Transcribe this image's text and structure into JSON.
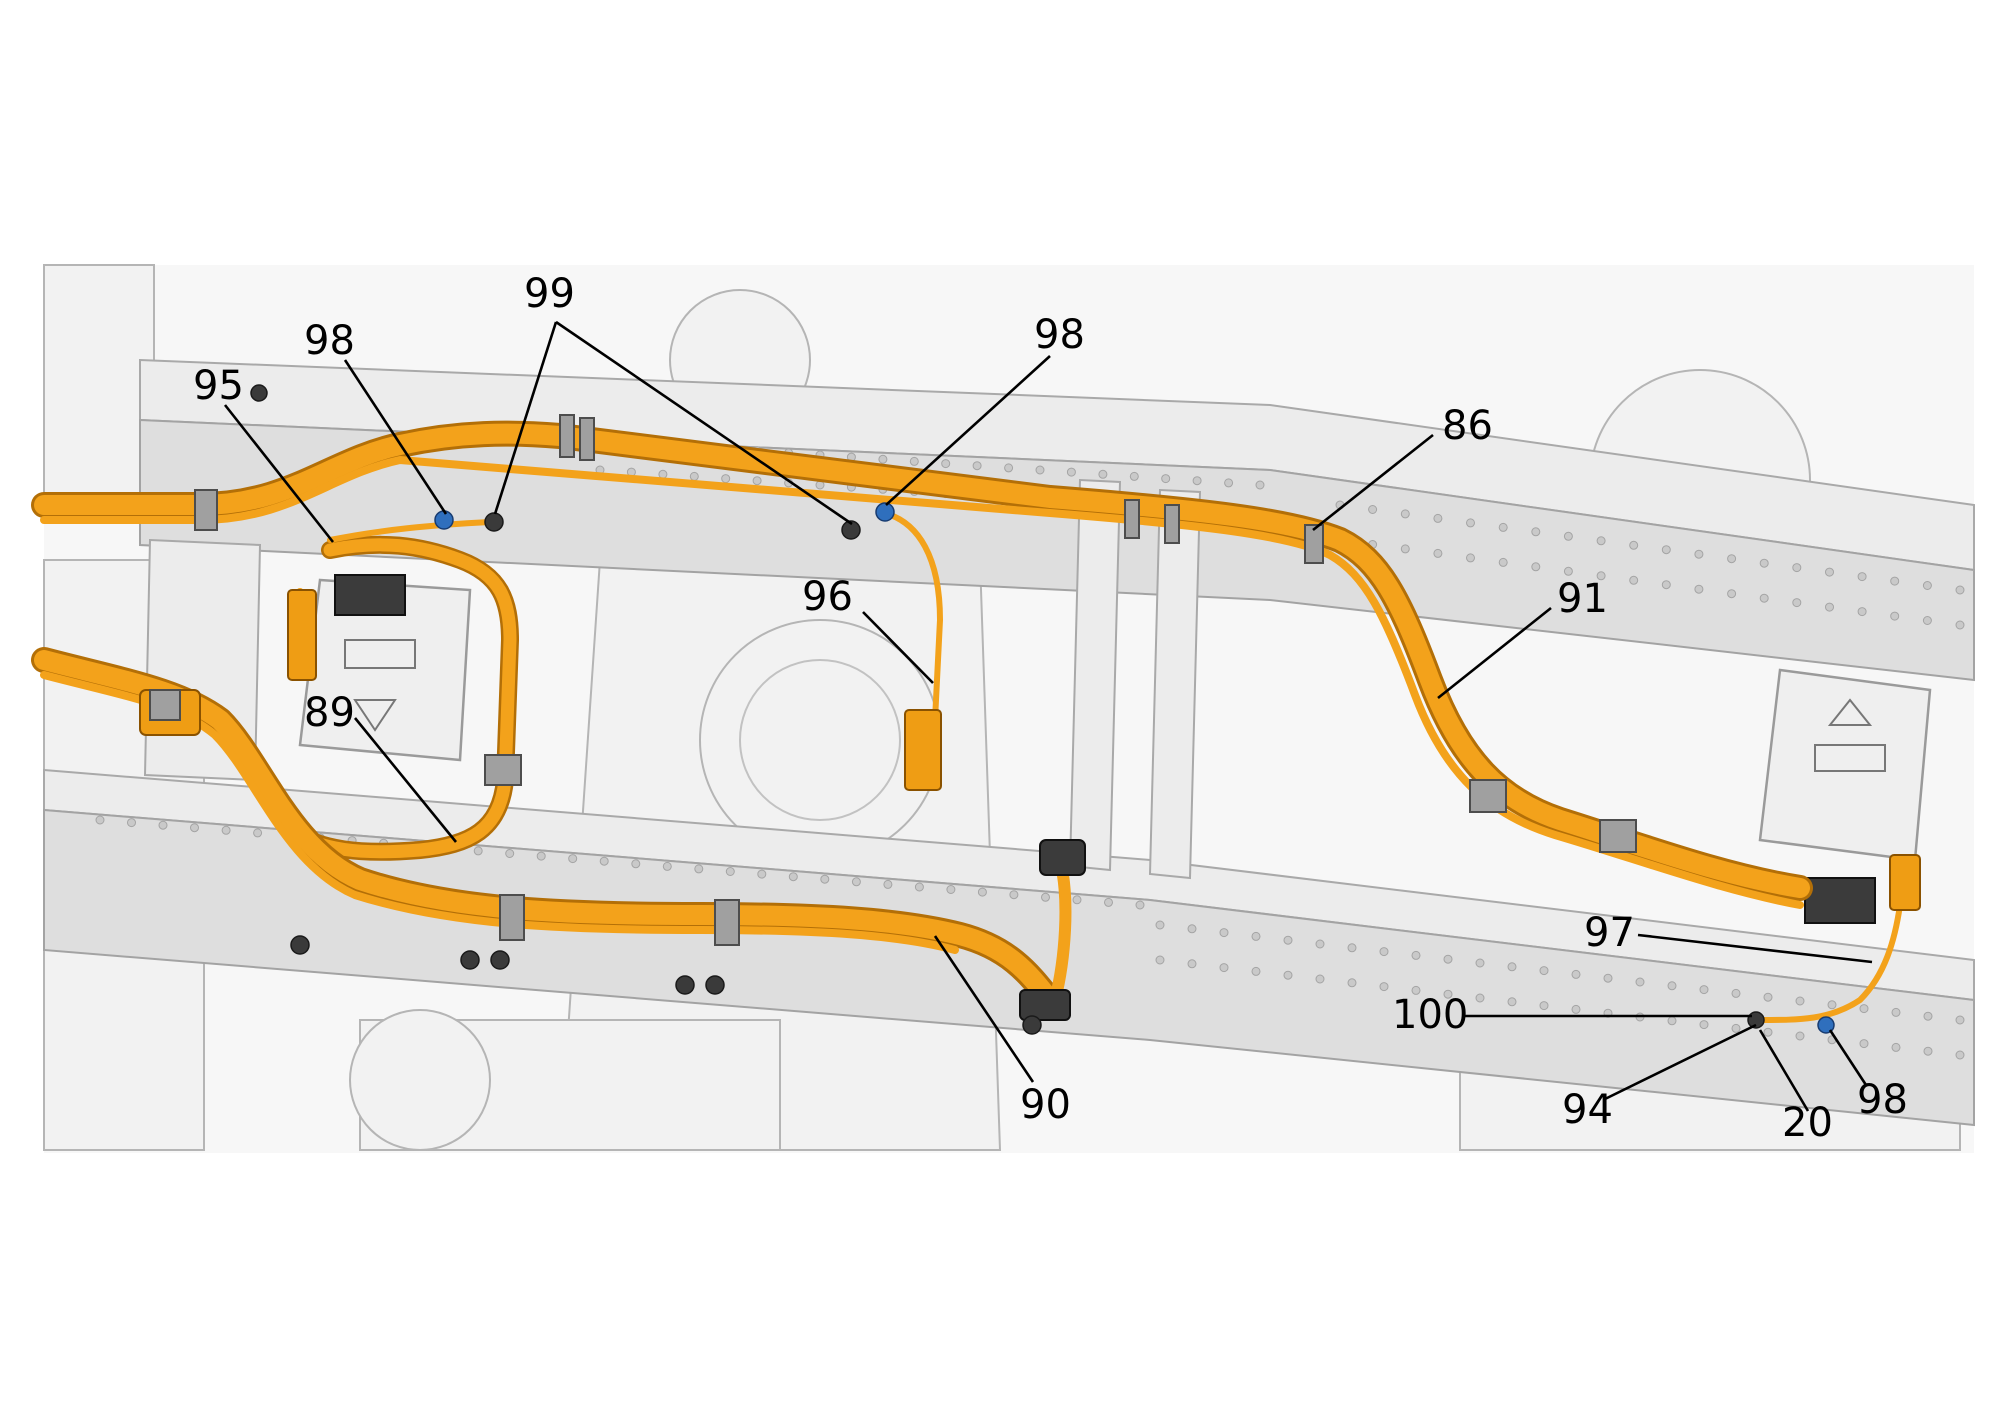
{
  "callouts": {
    "c99": "99",
    "c98a": "98",
    "c98b": "98",
    "c95": "95",
    "c86": "86",
    "c96": "96",
    "c91": "91",
    "c89": "89",
    "c97": "97",
    "c100": "100",
    "c90": "90",
    "c94": "94",
    "c20": "20",
    "c98c": "98"
  },
  "colors": {
    "harness": "#f3a21b",
    "frame": "#ececec",
    "leader": "#000000",
    "background": "#ffffff"
  }
}
